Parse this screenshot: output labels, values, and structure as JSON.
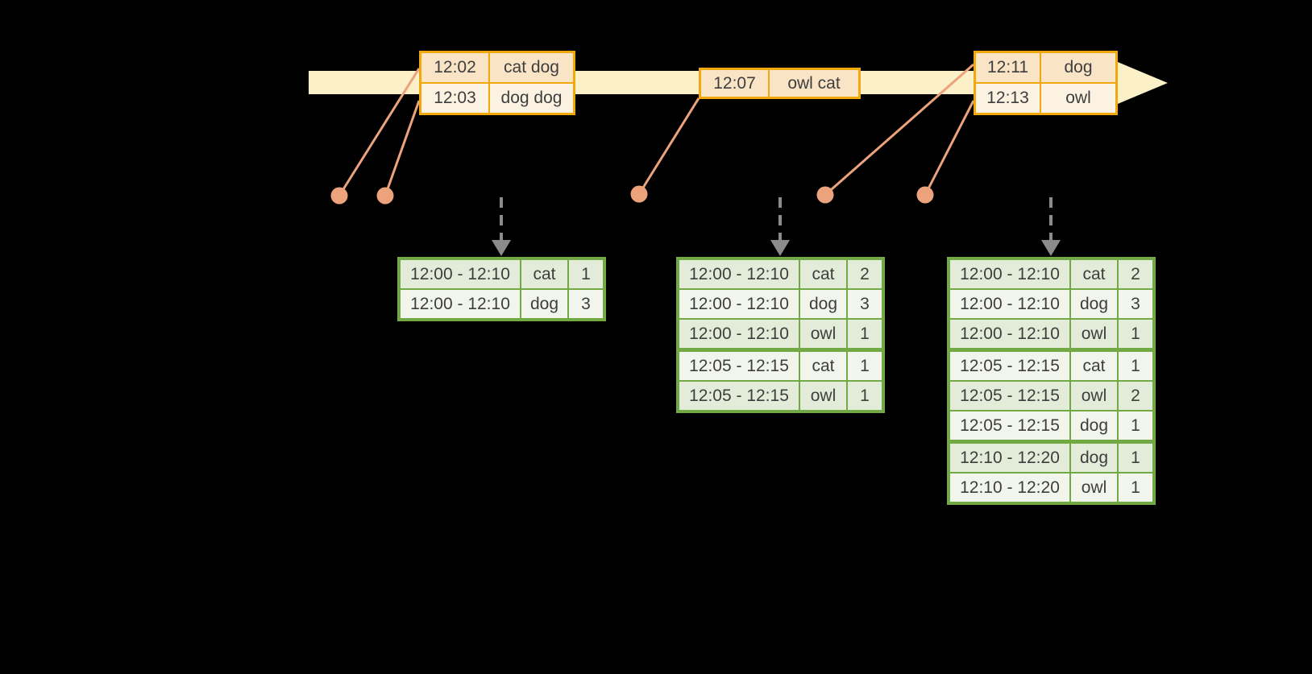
{
  "colors": {
    "background": "#000000",
    "band": "#FBF0C7",
    "gold": "#F1A80B",
    "event_row_dark": "#FAE4C6",
    "event_row_light": "#FCF2E2",
    "salmon": "#ECA37C",
    "green": "#72A944",
    "result_row_green": "#E2ECD8",
    "result_row_white": "#F1F5EC",
    "gray": "#8B8B8B",
    "text": "#3E3E3E"
  },
  "event_tables": [
    {
      "rows": [
        {
          "time": "12:02",
          "words": "cat dog"
        },
        {
          "time": "12:03",
          "words": "dog dog"
        }
      ]
    },
    {
      "rows": [
        {
          "time": "12:07",
          "words": "owl cat"
        }
      ]
    },
    {
      "rows": [
        {
          "time": "12:11",
          "words": "dog"
        },
        {
          "time": "12:13",
          "words": "owl"
        }
      ]
    }
  ],
  "result_tables": [
    {
      "groups": [
        [
          {
            "window": "12:00 - 12:10",
            "word": "cat",
            "count": "1"
          },
          {
            "window": "12:00 - 12:10",
            "word": "dog",
            "count": "3"
          }
        ]
      ]
    },
    {
      "groups": [
        [
          {
            "window": "12:00 - 12:10",
            "word": "cat",
            "count": "2"
          },
          {
            "window": "12:00 - 12:10",
            "word": "dog",
            "count": "3"
          },
          {
            "window": "12:00 - 12:10",
            "word": "owl",
            "count": "1"
          }
        ],
        [
          {
            "window": "12:05 - 12:15",
            "word": "cat",
            "count": "1"
          },
          {
            "window": "12:05 - 12:15",
            "word": "owl",
            "count": "1"
          }
        ]
      ]
    },
    {
      "groups": [
        [
          {
            "window": "12:00 - 12:10",
            "word": "cat",
            "count": "2"
          },
          {
            "window": "12:00 - 12:10",
            "word": "dog",
            "count": "3"
          },
          {
            "window": "12:00 - 12:10",
            "word": "owl",
            "count": "1"
          }
        ],
        [
          {
            "window": "12:05 - 12:15",
            "word": "cat",
            "count": "1"
          },
          {
            "window": "12:05 - 12:15",
            "word": "owl",
            "count": "2"
          },
          {
            "window": "12:05 - 12:15",
            "word": "dog",
            "count": "1"
          }
        ],
        [
          {
            "window": "12:10 - 12:20",
            "word": "dog",
            "count": "1"
          },
          {
            "window": "12:10 - 12:20",
            "word": "owl",
            "count": "1"
          }
        ]
      ]
    }
  ]
}
